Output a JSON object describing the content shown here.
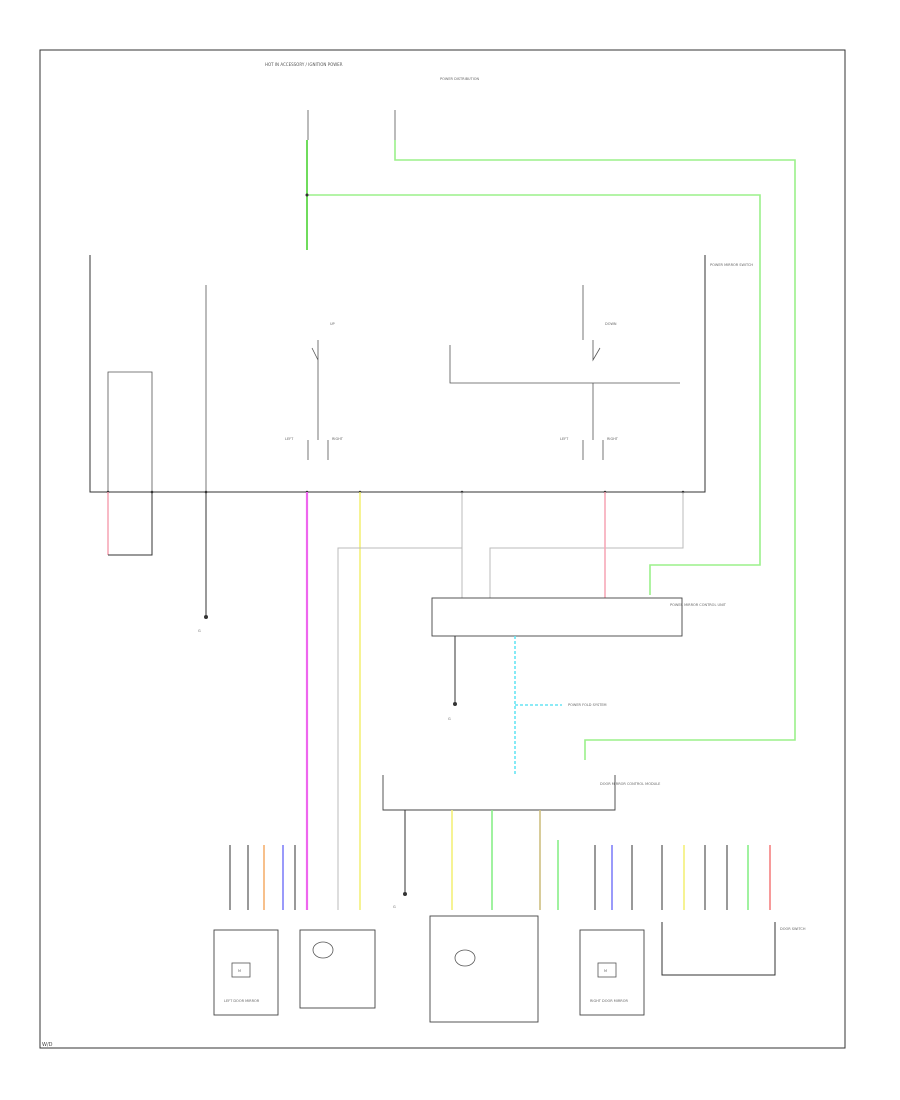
{
  "diagram": {
    "reference_code": "W/D",
    "labels": {
      "supply_header": "HOT IN ACCESSORY / IGNITION POWER",
      "supply_right": "POWER DISTRIBUTION",
      "master_switch": "POWER MIRROR SWITCH",
      "up_label": "UP",
      "down_label": "DOWN",
      "left_label": "LEFT",
      "right_label": "RIGHT",
      "ground_left": "G",
      "ground_mid": "G",
      "ground_low": "G",
      "control_unit": "POWER MIRROR CONTROL UNIT",
      "folding_unit": "DOOR MIRROR CONTROL MODULE",
      "side_label": "POWER FOLD SYSTEM",
      "mirror_left": "LEFT DOOR MIRROR",
      "mirror_right": "RIGHT DOOR MIRROR",
      "motor_label": "M",
      "right_connector": "DOOR SWITCH"
    }
  }
}
